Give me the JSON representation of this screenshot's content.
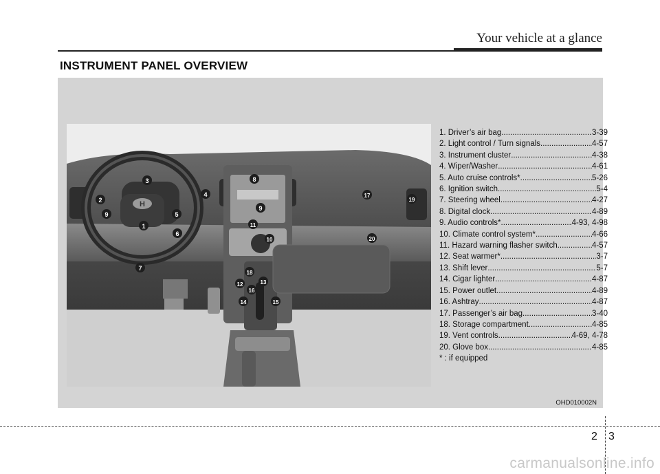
{
  "header": {
    "section_title": "Your vehicle at a glance"
  },
  "main": {
    "title": "INSTRUMENT PANEL OVERVIEW"
  },
  "figure": {
    "callouts": [
      "1",
      "2",
      "3",
      "4",
      "5",
      "6",
      "7",
      "8",
      "9",
      "10",
      "11",
      "12",
      "13",
      "14",
      "15",
      "16",
      "17",
      "18",
      "19",
      "20",
      "9"
    ],
    "figure_code": "OHD010002N",
    "logo_text": "H"
  },
  "legend": {
    "items": [
      {
        "name": "1. Driver’s air bag ",
        "page": "3-39"
      },
      {
        "name": "2. Light control / Turn signals ",
        "page": "4-57"
      },
      {
        "name": "3. Instrument cluster ",
        "page": "4-38"
      },
      {
        "name": "4. Wiper/Washer",
        "page": "4-61"
      },
      {
        "name": "5. Auto cruise controls* ",
        "page": "5-26"
      },
      {
        "name": "6. Ignition switch ",
        "page": "5-4"
      },
      {
        "name": "7. Steering wheel ",
        "page": "4-27"
      },
      {
        "name": "8. Digital clock ",
        "page": "4-89"
      },
      {
        "name": "9. Audio controls* ",
        "page": "4-93, 4-98"
      },
      {
        "name": "10. Climate control system* ",
        "page": "4-66"
      },
      {
        "name": "11. Hazard warning flasher switch ",
        "page": "4-57"
      },
      {
        "name": "12. Seat warmer* ",
        "page": "3-7"
      },
      {
        "name": "13. Shift lever ",
        "page": "5-7"
      },
      {
        "name": "14. Cigar lighter",
        "page": "4-87"
      },
      {
        "name": "15. Power outlet ",
        "page": "4-89"
      },
      {
        "name": "16. Ashtray ",
        "page": "4-87"
      },
      {
        "name": "17. Passenger’s air bag ",
        "page": "3-40"
      },
      {
        "name": "18. Storage compartment ",
        "page": "4-85"
      },
      {
        "name": "19. Vent controls ",
        "page": "4-69, 4-78"
      },
      {
        "name": "20. Glove box ",
        "page": "4-85"
      }
    ],
    "footnote": "* : if equipped"
  },
  "footer": {
    "chapter": "2",
    "page": "3",
    "watermark": "carmanualsonline.info"
  }
}
